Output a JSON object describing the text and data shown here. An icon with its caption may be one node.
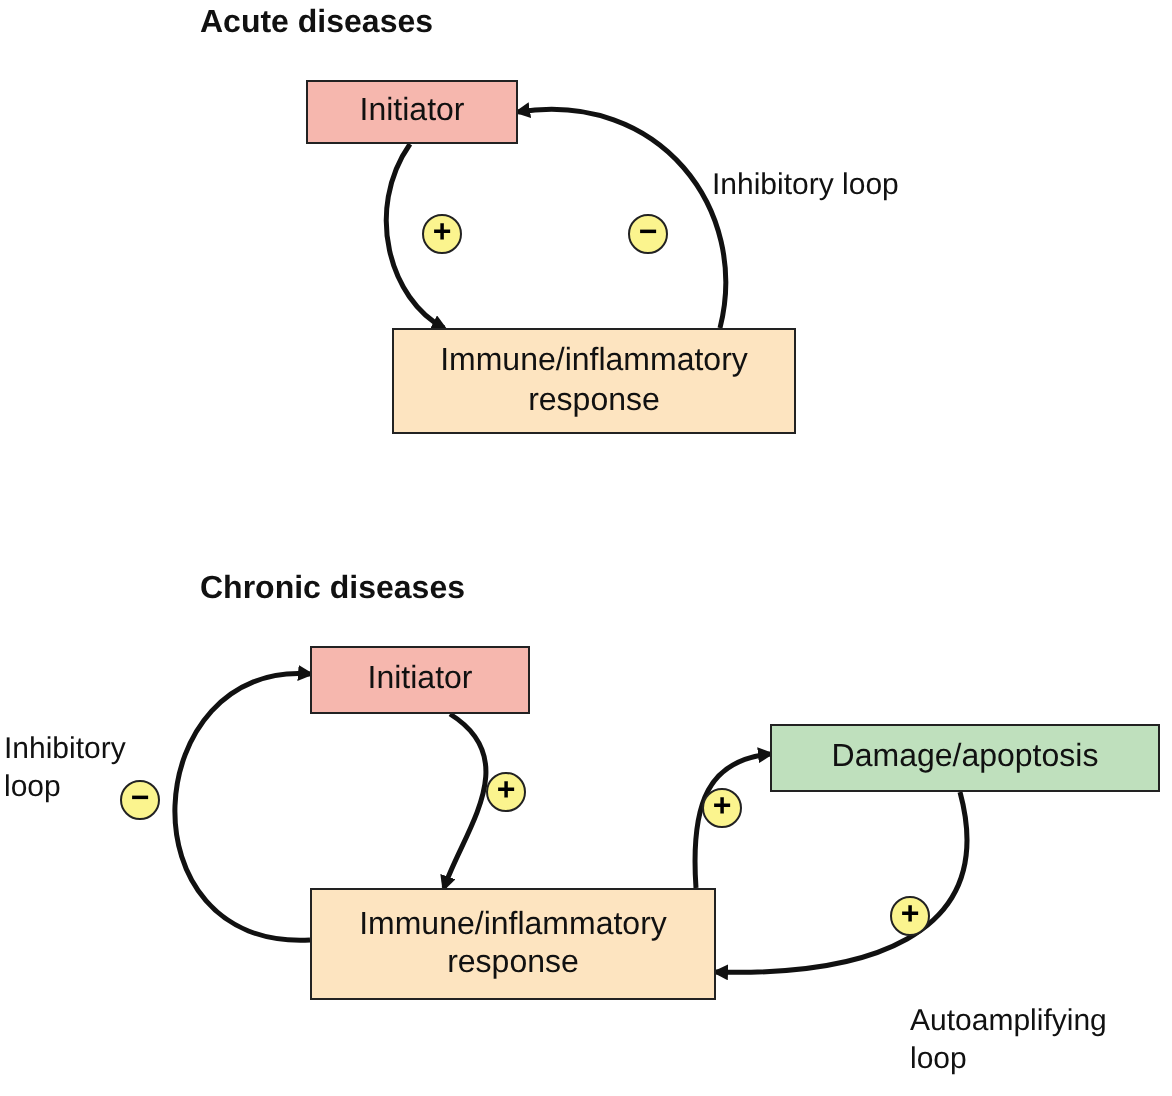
{
  "diagram": {
    "nodes": [
      {
        "text": [
          "Initiator"
        ]
      },
      {
        "text": [
          "Immune/inflammatory response"
        ]
      },
      {
        "text": [
          "Initiator"
        ]
      },
      {
        "text": [
          "Damage/apoptosis"
        ]
      },
      {
        "text": [
          "Immune/inflammatory response"
        ]
      }
    ],
    "edges": [
      {
        "from": 0,
        "to": 1,
        "arrow": "to",
        "label": "+"
      },
      {
        "from": 1,
        "to": 0,
        "arrow": "to",
        "label": "−"
      },
      {
        "from": 2,
        "to": 4,
        "arrow": "to",
        "label": "+"
      },
      {
        "from": 4,
        "to": 2,
        "arrow": "to",
        "label": "−"
      },
      {
        "from": 4,
        "to": 3,
        "arrow": "to",
        "label": "+"
      },
      {
        "from": 3,
        "to": 4,
        "arrow": "to",
        "label": "+"
      }
    ],
    "labels": [
      "Acute diseases",
      "Inhibitory loop",
      "Chronic diseases",
      "Inhibitory loop",
      "Autoamplifying loop"
    ]
  }
}
